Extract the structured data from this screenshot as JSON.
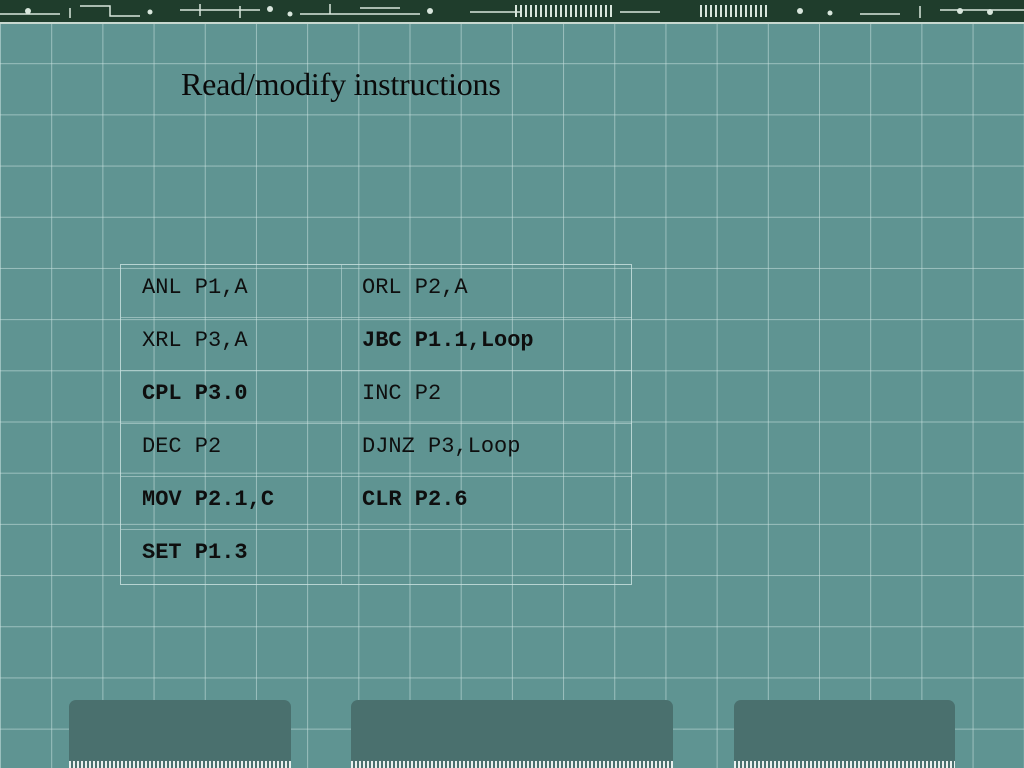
{
  "slide": {
    "title": "Read/modify instructions"
  },
  "instructions": {
    "rows": [
      {
        "left": {
          "text": "ANL P1,A",
          "bold": false
        },
        "right": {
          "text": "ORL P2,A",
          "bold": false
        }
      },
      {
        "left": {
          "text": "XRL P3,A",
          "bold": false
        },
        "right": {
          "text": "JBC P1.1,Loop",
          "bold": true
        }
      },
      {
        "left": {
          "text": "CPL P3.0",
          "bold": true
        },
        "right": {
          "text": "INC P2",
          "bold": false
        }
      },
      {
        "left": {
          "text": "DEC P2",
          "bold": false
        },
        "right": {
          "text": "DJNZ P3,Loop",
          "bold": false
        }
      },
      {
        "left": {
          "text": "MOV P2.1,C",
          "bold": true
        },
        "right": {
          "text": "CLR P2.6",
          "bold": true
        }
      },
      {
        "left": {
          "text": "SET P1.3",
          "bold": true
        },
        "right": {
          "text": "",
          "bold": false
        }
      }
    ]
  },
  "colors": {
    "background": "#5f9492",
    "grid_line": "#cde4e2",
    "footer_tab": "#4a706e",
    "circuit_strip": "#1f3d2c",
    "text": "#0e0e0e"
  },
  "icons": {
    "header_decoration": "circuit-board-strip"
  }
}
